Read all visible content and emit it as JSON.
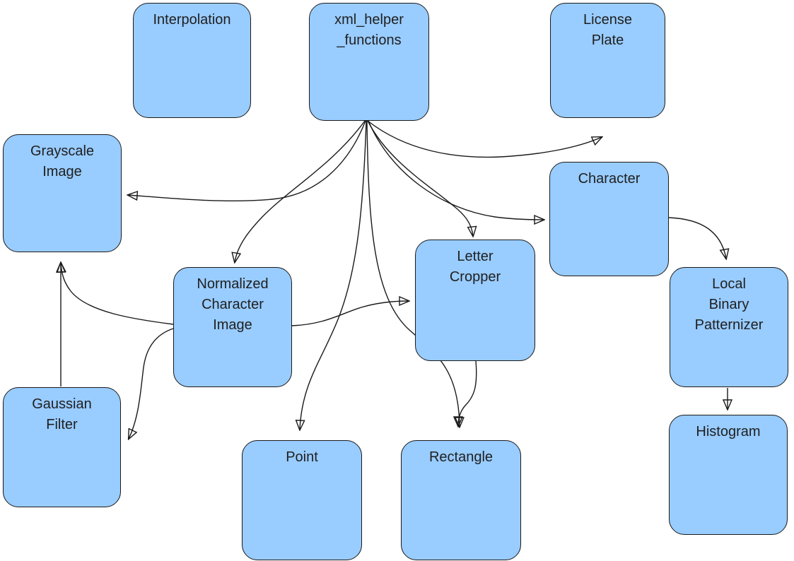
{
  "diagram": {
    "title": "class dependency diagram",
    "colors": {
      "node_fill": "#99CCFF",
      "node_stroke": "#1a1a1a",
      "edge_color": "#1a1a1a",
      "text_color": "#1f1f1f",
      "background": "#ffffff"
    },
    "nodes": {
      "interpolation": {
        "label": "Interpolation"
      },
      "xml_helper_functions": {
        "label": "xml_helper\n_functions"
      },
      "license_plate": {
        "label": "License\nPlate"
      },
      "grayscale_image": {
        "label": "Grayscale\nImage"
      },
      "character": {
        "label": "Character"
      },
      "normalized_character_image": {
        "label": "Normalized\nCharacter\nImage"
      },
      "letter_cropper": {
        "label": "Letter\nCropper"
      },
      "local_binary_patternizer": {
        "label": "Local\nBinary\nPatternizer"
      },
      "gaussian_filter": {
        "label": "Gaussian\nFilter"
      },
      "point": {
        "label": "Point"
      },
      "rectangle": {
        "label": "Rectangle"
      },
      "histogram": {
        "label": "Histogram"
      }
    },
    "edges": [
      {
        "from": "xml_helper_functions",
        "to": "license_plate"
      },
      {
        "from": "xml_helper_functions",
        "to": "grayscale_image"
      },
      {
        "from": "xml_helper_functions",
        "to": "normalized_character_image"
      },
      {
        "from": "xml_helper_functions",
        "to": "character"
      },
      {
        "from": "xml_helper_functions",
        "to": "letter_cropper"
      },
      {
        "from": "xml_helper_functions",
        "to": "point"
      },
      {
        "from": "xml_helper_functions",
        "to": "rectangle"
      },
      {
        "from": "letter_cropper",
        "to": "rectangle"
      },
      {
        "from": "normalized_character_image",
        "to": "letter_cropper"
      },
      {
        "from": "normalized_character_image",
        "to": "grayscale_image"
      },
      {
        "from": "normalized_character_image",
        "to": "gaussian_filter"
      },
      {
        "from": "character",
        "to": "local_binary_patternizer"
      },
      {
        "from": "local_binary_patternizer",
        "to": "histogram"
      },
      {
        "from": "gaussian_filter",
        "to": "grayscale_image"
      }
    ]
  }
}
